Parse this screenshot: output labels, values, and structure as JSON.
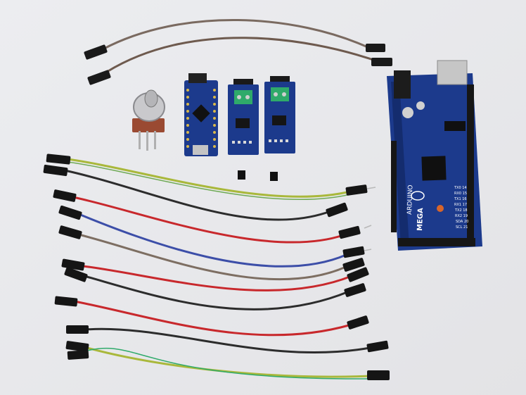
{
  "photo": {
    "background": "#e9e9ec",
    "board_colors": {
      "pcb": "#1c3a8c",
      "pcb_dark": "#142c6e",
      "terminal": "#2faa6a",
      "header": "#1a1a1a"
    },
    "wire_colors": {
      "brown": "#6e5a4e",
      "yellow_green": "#a9b83b",
      "black": "#2c2c2c",
      "red": "#c8282c",
      "blue": "#3c4ea8",
      "gray_brown": "#7d6e62",
      "green_yellow": "#6faa55"
    }
  },
  "arduino_mega": {
    "logo_text": "ARDUINO",
    "model_text": "MEGA",
    "pin_labels": [
      "TX0 14",
      "RX0 15",
      "TX1 16",
      "RX1 17",
      "TX2 18",
      "RX2 19",
      "SDA 20",
      "SCL 21"
    ]
  }
}
